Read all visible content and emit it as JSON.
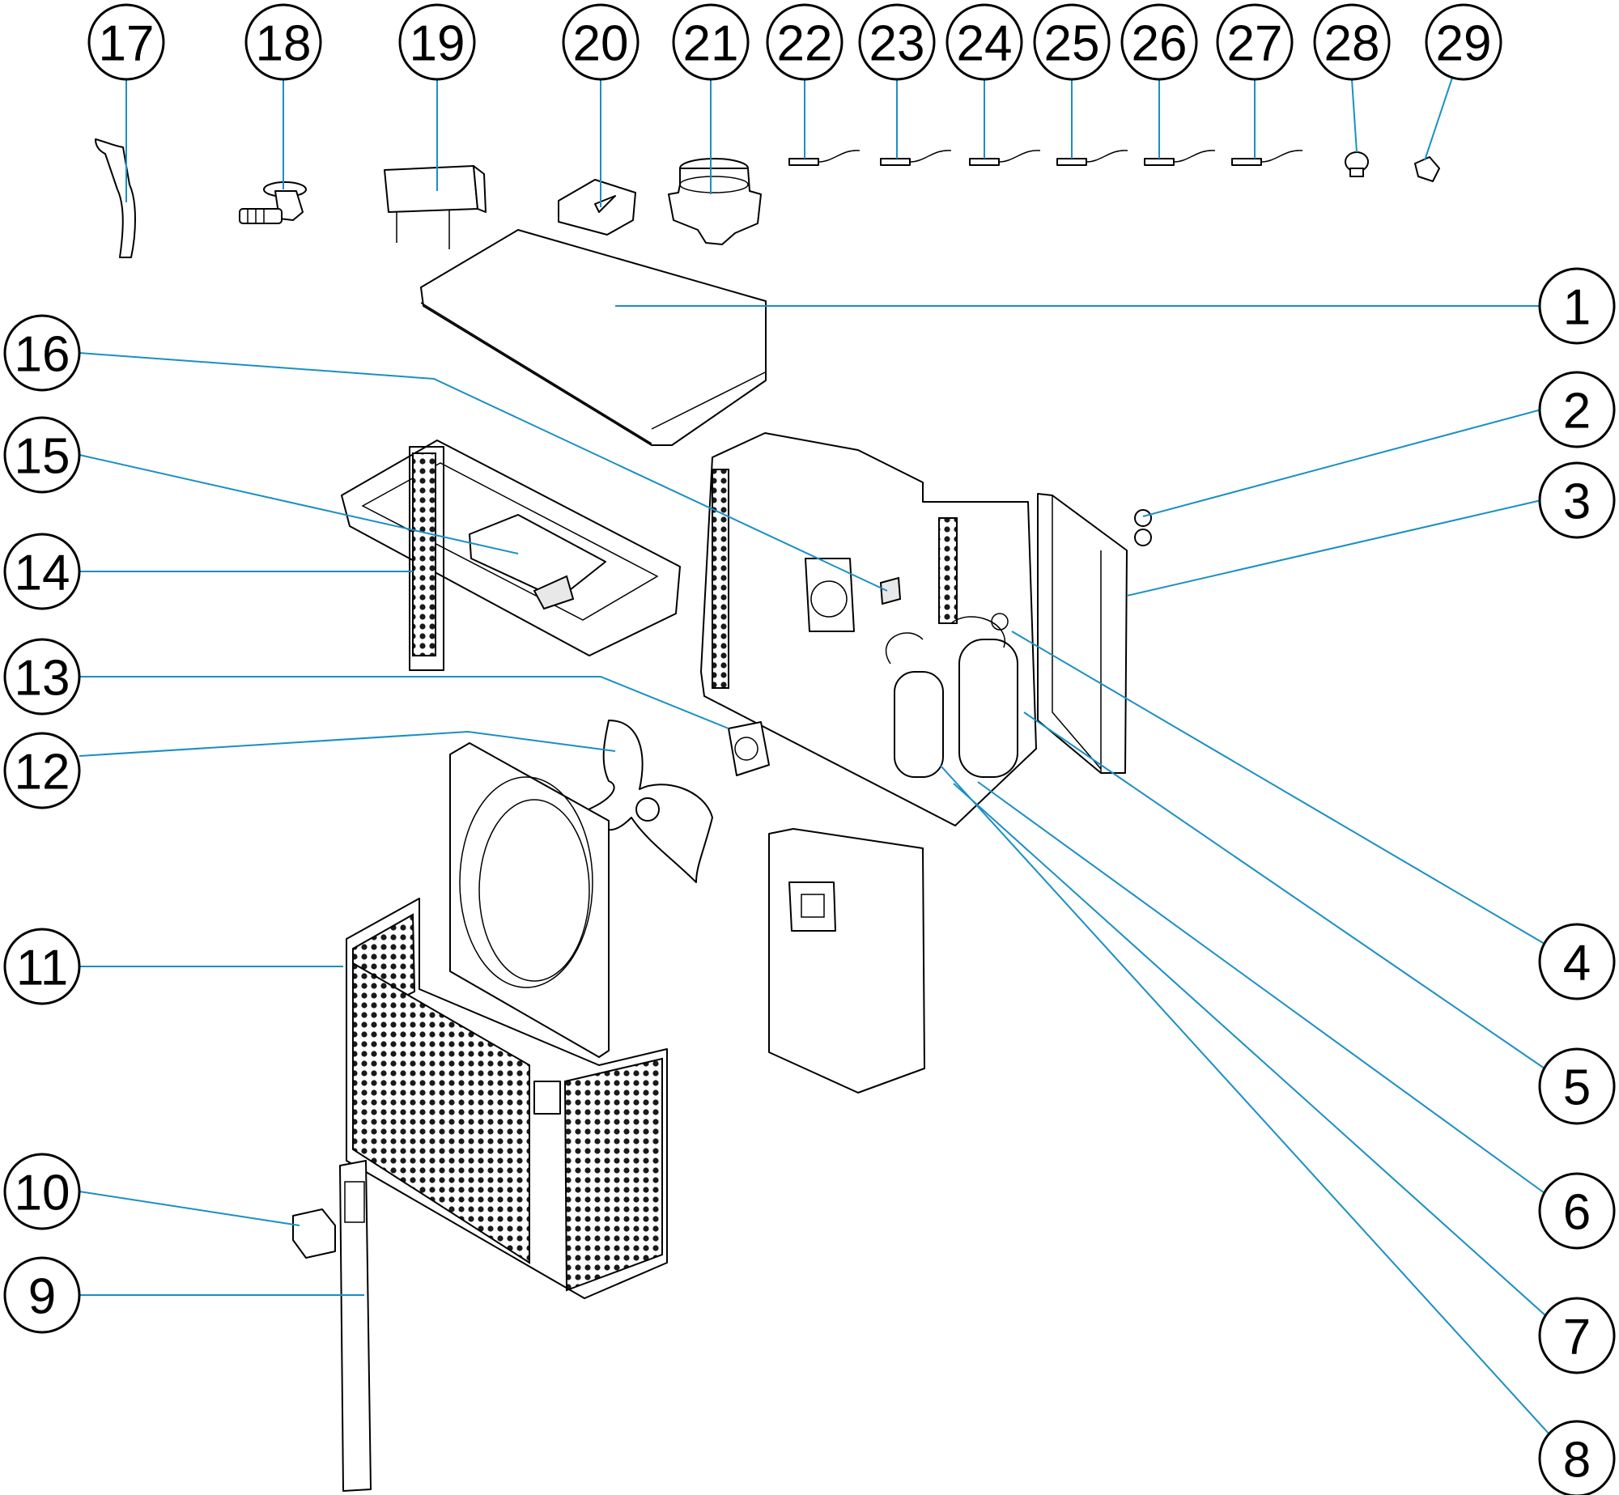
{
  "diagram": {
    "leader_color": "#1a8fc4",
    "balloons": [
      {
        "id": "17",
        "label": "17"
      },
      {
        "id": "18",
        "label": "18"
      },
      {
        "id": "19",
        "label": "19"
      },
      {
        "id": "20",
        "label": "20"
      },
      {
        "id": "21",
        "label": "21"
      },
      {
        "id": "22",
        "label": "22"
      },
      {
        "id": "23",
        "label": "23"
      },
      {
        "id": "24",
        "label": "24"
      },
      {
        "id": "25",
        "label": "25"
      },
      {
        "id": "26",
        "label": "26"
      },
      {
        "id": "27",
        "label": "27"
      },
      {
        "id": "28",
        "label": "28"
      },
      {
        "id": "29",
        "label": "29"
      },
      {
        "id": "1",
        "label": "1"
      },
      {
        "id": "2",
        "label": "2"
      },
      {
        "id": "3",
        "label": "3"
      },
      {
        "id": "4",
        "label": "4"
      },
      {
        "id": "5",
        "label": "5"
      },
      {
        "id": "6",
        "label": "6"
      },
      {
        "id": "7",
        "label": "7"
      },
      {
        "id": "8",
        "label": "8"
      },
      {
        "id": "16",
        "label": "16"
      },
      {
        "id": "15",
        "label": "15"
      },
      {
        "id": "14",
        "label": "14"
      },
      {
        "id": "13",
        "label": "13"
      },
      {
        "id": "12",
        "label": "12"
      },
      {
        "id": "11",
        "label": "11"
      },
      {
        "id": "10",
        "label": "10"
      },
      {
        "id": "9",
        "label": "9"
      }
    ]
  }
}
